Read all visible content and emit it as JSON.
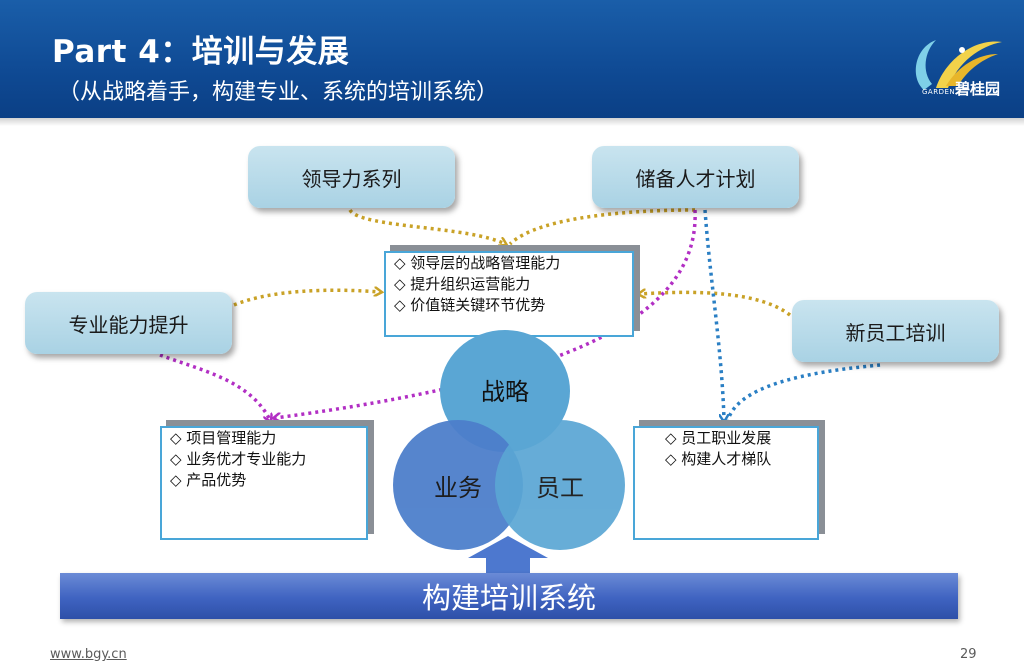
{
  "header": {
    "title": "Part 4：培训与发展",
    "subtitle": "（从战略着手，构建专业、系统的培训系统）",
    "logo_text": "碧桂园",
    "logo_small_text": "GARDEN"
  },
  "pills": {
    "leadership": "领导力系列",
    "talent_reserve": "储备人才计划",
    "professional": "专业能力提升",
    "new_staff": "新员工培训"
  },
  "boxes": {
    "strategy": [
      "◇ 领导层的战略管理能力",
      "◇ 提升组织运营能力",
      "◇ 价值链关键环节优势"
    ],
    "business": [
      "◇ 项目管理能力",
      "◇ 业务优才专业能力",
      "◇ 产品优势"
    ],
    "staff": [
      "◇ 员工职业发展",
      "◇ 构建人才梯队"
    ]
  },
  "circles": {
    "strategy": "战略",
    "business": "业务",
    "staff": "员工"
  },
  "base_label": "构建培训系统",
  "footer": {
    "url": "www.bgy.cn",
    "page": "29"
  },
  "colors": {
    "header_blue": "#0f4a94",
    "pill_fill": "#b6daea",
    "box_border": "#49a6d8",
    "gold_dotted": "#c9a227",
    "magenta_dotted": "#b22fc4",
    "blue_dotted": "#2a7fc4"
  }
}
